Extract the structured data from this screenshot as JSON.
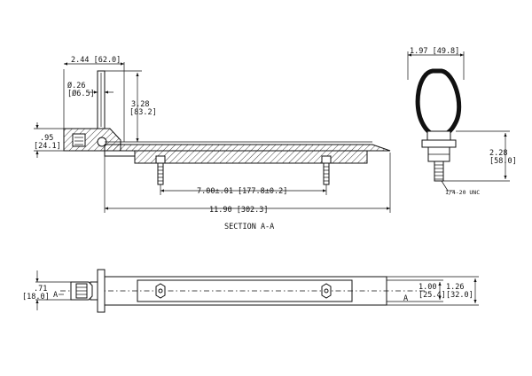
{
  "dims": {
    "d_244": "2.44 [62.0]",
    "d_026_a": "Ø.26",
    "d_026_b": "[Ø6.5]",
    "d_328_a": "3.28",
    "d_328_b": "[83.2]",
    "d_095_a": ".95",
    "d_095_b": "[24.1]",
    "d_700": "7.00±.01 [177.8±0.2]",
    "d_1190": "11.90 [302.3]",
    "d_197": "1.97 [49.8]",
    "d_228_a": "2.28",
    "d_228_b": "[58.0]",
    "d_thread": "1/4-20 UNC",
    "d_071_a": ".71",
    "d_071_b": "[18.0]",
    "d_100_a": "1.00",
    "d_100_b": "[25.4]",
    "d_126_a": "1.26",
    "d_126_b": "[32.0]"
  },
  "labels": {
    "section_title": "SECTION A-A",
    "section_marker_left": "A",
    "section_marker_right": "A"
  }
}
